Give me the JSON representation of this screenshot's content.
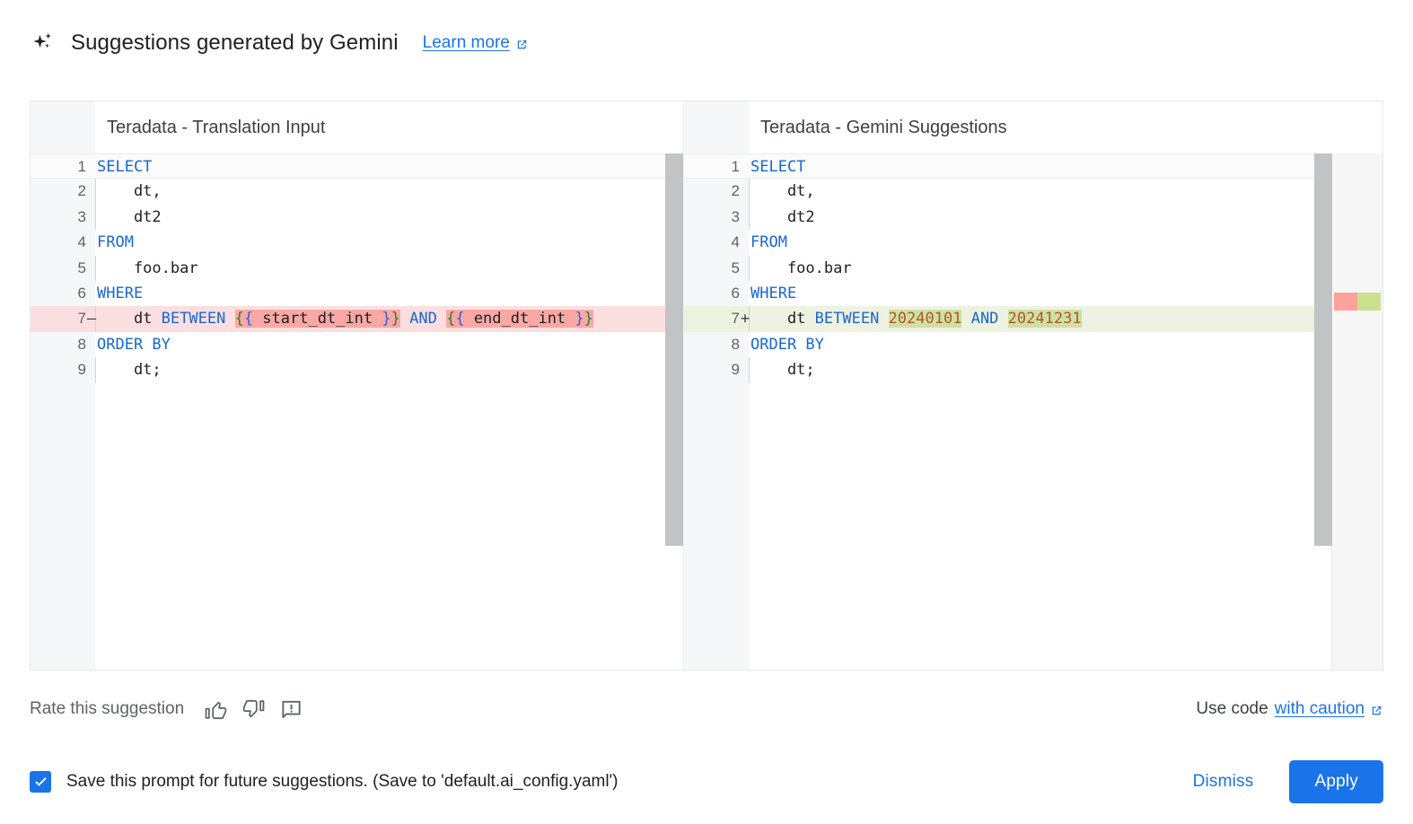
{
  "header": {
    "icon": "sparkle-icon",
    "title": "Suggestions generated by Gemini",
    "learn_more": "Learn more",
    "learn_more_icon": "external-link-icon"
  },
  "diff": {
    "left": {
      "title": "Teradata - Translation Input",
      "lines": [
        {
          "n": "1",
          "sign": "",
          "state": "active",
          "indented": false,
          "tokens": [
            {
              "t": "SELECT",
              "c": "kw"
            }
          ]
        },
        {
          "n": "2",
          "sign": "",
          "state": "normal",
          "indented": true,
          "tokens": [
            {
              "t": "    dt,",
              "c": "plain"
            }
          ]
        },
        {
          "n": "3",
          "sign": "",
          "state": "normal",
          "indented": true,
          "tokens": [
            {
              "t": "    dt2",
              "c": "plain"
            }
          ]
        },
        {
          "n": "4",
          "sign": "",
          "state": "normal",
          "indented": false,
          "tokens": [
            {
              "t": "FROM",
              "c": "kw"
            }
          ]
        },
        {
          "n": "5",
          "sign": "",
          "state": "normal",
          "indented": true,
          "tokens": [
            {
              "t": "    foo.bar",
              "c": "plain"
            }
          ]
        },
        {
          "n": "6",
          "sign": "",
          "state": "normal",
          "indented": false,
          "tokens": [
            {
              "t": "WHERE",
              "c": "kw"
            }
          ]
        },
        {
          "n": "7",
          "sign": "–",
          "state": "del",
          "indented": true,
          "tokens": [
            {
              "t": "    dt ",
              "c": "plain"
            },
            {
              "t": "BETWEEN",
              "c": "kw"
            },
            {
              "t": " ",
              "c": "plain"
            },
            {
              "t": "{",
              "c": "brace-g",
              "seg": "del"
            },
            {
              "t": "{",
              "c": "brace-b",
              "seg": "del"
            },
            {
              "t": " start_dt_int ",
              "c": "plain",
              "seg": "del"
            },
            {
              "t": "}",
              "c": "brace-b",
              "seg": "del"
            },
            {
              "t": "}",
              "c": "brace-g",
              "seg": "del"
            },
            {
              "t": " ",
              "c": "plain"
            },
            {
              "t": "AND",
              "c": "kw"
            },
            {
              "t": " ",
              "c": "plain"
            },
            {
              "t": "{",
              "c": "brace-g",
              "seg": "del"
            },
            {
              "t": "{",
              "c": "brace-b",
              "seg": "del"
            },
            {
              "t": " end_dt_int ",
              "c": "plain",
              "seg": "del"
            },
            {
              "t": "}",
              "c": "brace-b",
              "seg": "del"
            },
            {
              "t": "}",
              "c": "brace-g",
              "seg": "del"
            }
          ]
        },
        {
          "n": "8",
          "sign": "",
          "state": "normal",
          "indented": false,
          "tokens": [
            {
              "t": "ORDER BY",
              "c": "kw"
            }
          ]
        },
        {
          "n": "9",
          "sign": "",
          "state": "normal",
          "indented": true,
          "tokens": [
            {
              "t": "    dt;",
              "c": "plain"
            }
          ]
        }
      ]
    },
    "right": {
      "title": "Teradata - Gemini Suggestions",
      "lines": [
        {
          "n": "1",
          "sign": "",
          "state": "active",
          "indented": false,
          "tokens": [
            {
              "t": "SELECT",
              "c": "kw"
            }
          ]
        },
        {
          "n": "2",
          "sign": "",
          "state": "normal",
          "indented": true,
          "tokens": [
            {
              "t": "    dt,",
              "c": "plain"
            }
          ]
        },
        {
          "n": "3",
          "sign": "",
          "state": "normal",
          "indented": true,
          "tokens": [
            {
              "t": "    dt2",
              "c": "plain"
            }
          ]
        },
        {
          "n": "4",
          "sign": "",
          "state": "normal",
          "indented": false,
          "tokens": [
            {
              "t": "FROM",
              "c": "kw"
            }
          ]
        },
        {
          "n": "5",
          "sign": "",
          "state": "normal",
          "indented": true,
          "tokens": [
            {
              "t": "    foo.bar",
              "c": "plain"
            }
          ]
        },
        {
          "n": "6",
          "sign": "",
          "state": "normal",
          "indented": false,
          "tokens": [
            {
              "t": "WHERE",
              "c": "kw"
            }
          ]
        },
        {
          "n": "7",
          "sign": "+",
          "state": "add",
          "indented": true,
          "tokens": [
            {
              "t": "    dt ",
              "c": "plain"
            },
            {
              "t": "BETWEEN",
              "c": "kw"
            },
            {
              "t": " ",
              "c": "plain"
            },
            {
              "t": "20240101",
              "c": "num",
              "seg": "add"
            },
            {
              "t": " ",
              "c": "plain"
            },
            {
              "t": "AND",
              "c": "kw"
            },
            {
              "t": " ",
              "c": "plain"
            },
            {
              "t": "20241231",
              "c": "num",
              "seg": "add"
            }
          ]
        },
        {
          "n": "8",
          "sign": "",
          "state": "normal",
          "indented": false,
          "tokens": [
            {
              "t": "ORDER BY",
              "c": "kw"
            }
          ]
        },
        {
          "n": "9",
          "sign": "",
          "state": "normal",
          "indented": true,
          "tokens": [
            {
              "t": "    dt;",
              "c": "plain"
            }
          ]
        }
      ]
    },
    "overview_ruler": {
      "deleted_marker_color": "#fda19c",
      "added_marker_color": "#cae08f"
    }
  },
  "rate_bar": {
    "label": "Rate this suggestion",
    "thumb_up_icon": "thumb-up-icon",
    "thumb_down_icon": "thumb-down-icon",
    "report_icon": "report-feedback-icon",
    "use_code_prefix": "Use code",
    "caution_link": "with caution",
    "caution_icon": "external-link-icon"
  },
  "footer": {
    "checkbox_checked": true,
    "save_label": "Save this prompt for future suggestions. (Save to 'default.ai_config.yaml')",
    "dismiss_label": "Dismiss",
    "apply_label": "Apply"
  },
  "colors": {
    "accent_blue": "#1a73e8",
    "keyword_blue": "#1967d2",
    "number_orange": "#b2591d",
    "deleted_row_bg": "#fbdfe0",
    "deleted_segment_bg": "#f9a8a4",
    "added_row_bg": "#eef2e1",
    "added_segment_bg": "#cfe0a7"
  }
}
